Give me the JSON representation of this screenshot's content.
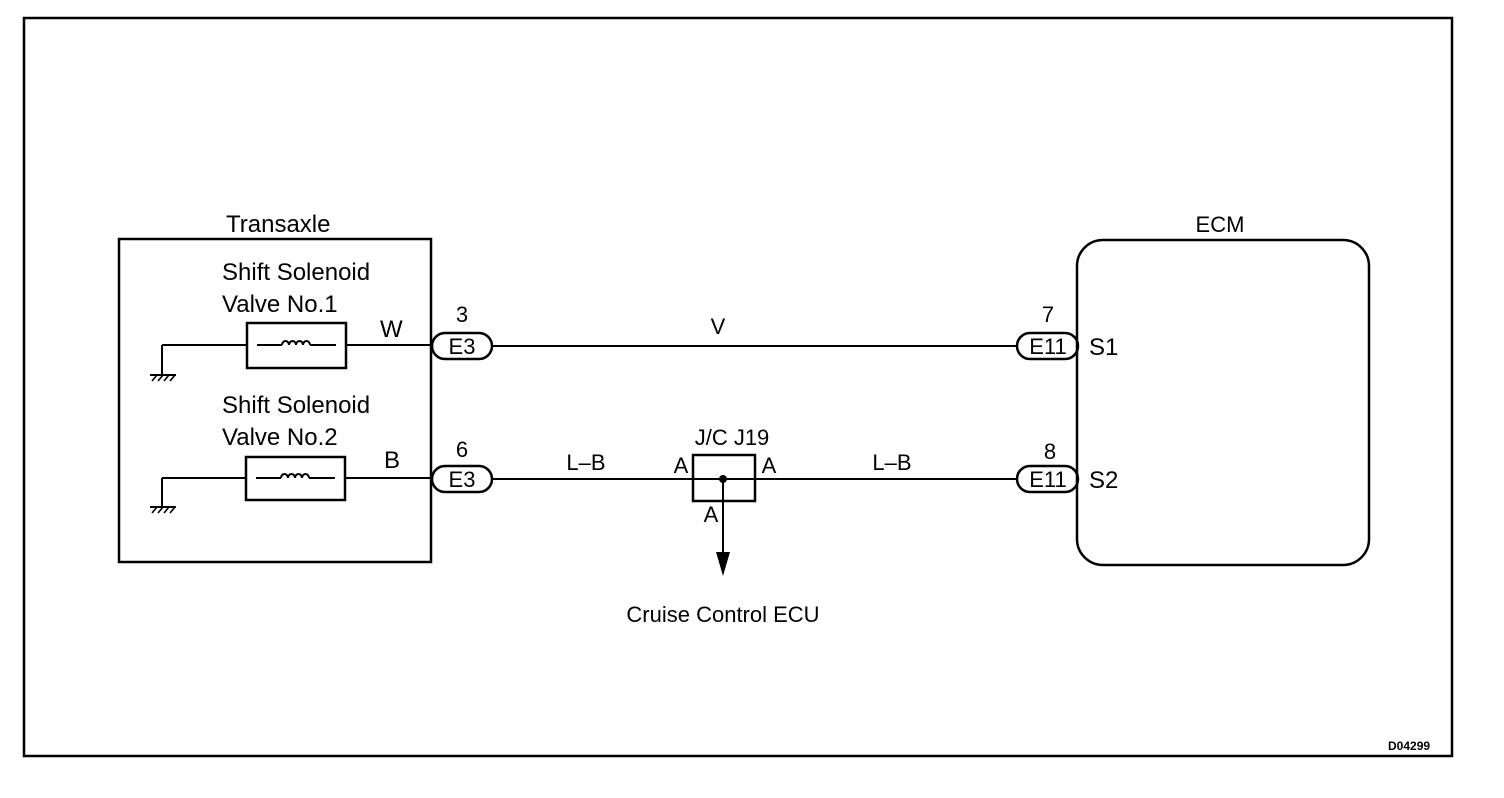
{
  "transaxle": {
    "title": "Transaxle",
    "solenoid1": {
      "line1": "Shift Solenoid",
      "line2": "Valve No.1",
      "wire_color": "W"
    },
    "solenoid2": {
      "line1": "Shift Solenoid",
      "line2": "Valve No.2",
      "wire_color": "B"
    }
  },
  "ecm": {
    "title": "ECM",
    "terminal1": "S1",
    "terminal2": "S2"
  },
  "connectors": {
    "e3_top": {
      "name": "E3",
      "pin": "3"
    },
    "e3_bottom": {
      "name": "E3",
      "pin": "6"
    },
    "e11_top": {
      "name": "E11",
      "pin": "7"
    },
    "e11_bottom": {
      "name": "E11",
      "pin": "8"
    }
  },
  "wires": {
    "top_color": "V",
    "bottom_left_color": "L–B",
    "bottom_right_color": "L–B"
  },
  "junction": {
    "name": "J/C J19",
    "left_label": "A",
    "right_label": "A",
    "bottom_label": "A"
  },
  "cruise_control": "Cruise Control ECU",
  "diagram_code": "D04299"
}
